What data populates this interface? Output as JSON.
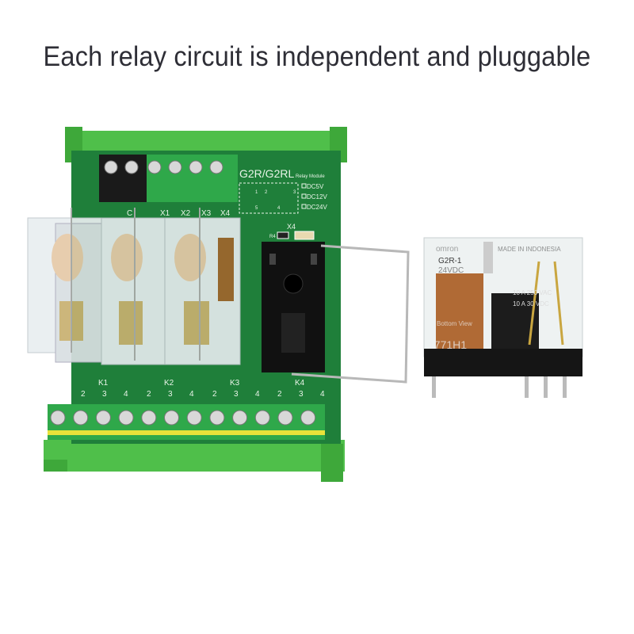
{
  "caption": "Each relay circuit is independent and pluggable",
  "board": {
    "model": "G2R/G2RL",
    "module_label": "Relay Module",
    "voltage_options": [
      "DC5V",
      "DC12V",
      "DC24V"
    ],
    "diagram_pins": [
      "1",
      "2",
      "3",
      "4",
      "5"
    ],
    "top_terminal_labels": [
      "C",
      "X1",
      "X2",
      "X3",
      "X4"
    ],
    "indicator_labels": {
      "channel": "X4",
      "resistor": "R4"
    },
    "relay_groups": [
      {
        "name": "K1",
        "pins": [
          "2",
          "3",
          "4"
        ]
      },
      {
        "name": "K2",
        "pins": [
          "2",
          "3",
          "4"
        ]
      },
      {
        "name": "K3",
        "pins": [
          "2",
          "3",
          "4"
        ]
      },
      {
        "name": "K4",
        "pins": [
          "2",
          "3",
          "4"
        ]
      }
    ],
    "colors": {
      "pcb": "#1f7f3a",
      "rail": "#4fbf4a",
      "terminal": "#2fa84a"
    }
  },
  "relay": {
    "brand": "omron",
    "origin": "MADE IN INDONESIA",
    "model": "G2R-1",
    "coil": "24VDC",
    "rating_ac": "10 A 250 VAC",
    "rating_dc": "10 A 30 VDC",
    "view_label": "Bottom View",
    "code": "1771H1"
  }
}
